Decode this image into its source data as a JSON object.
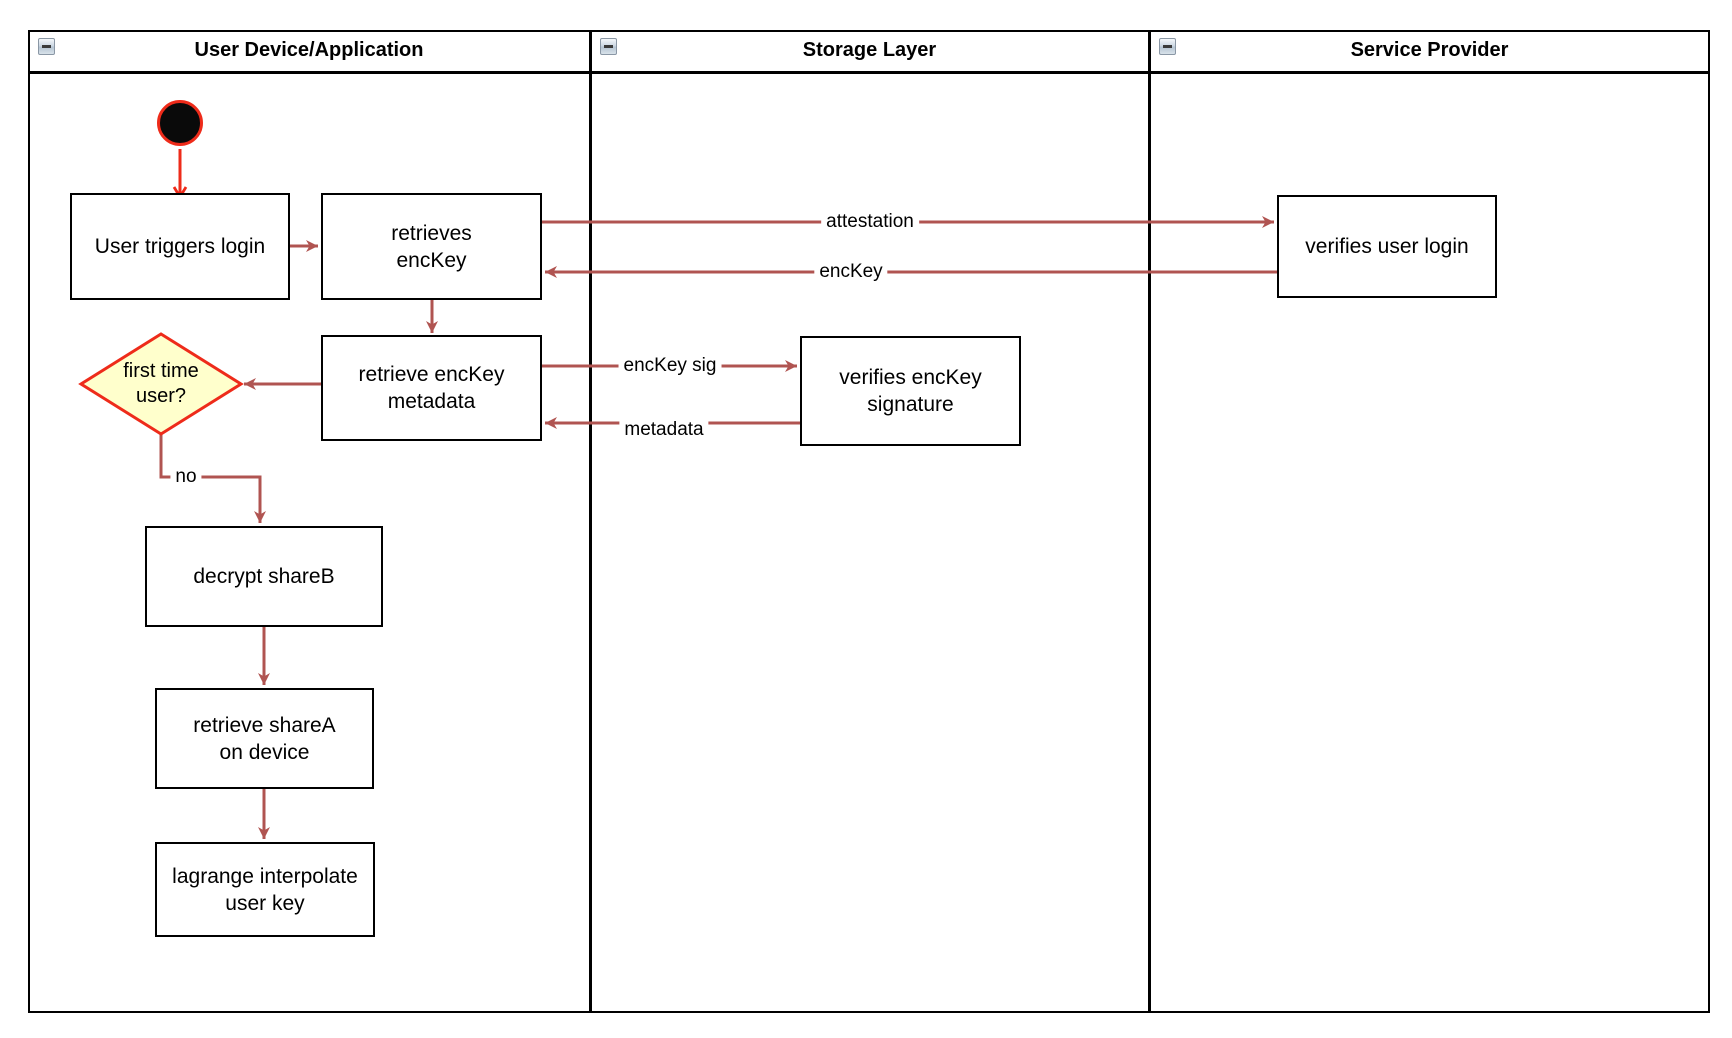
{
  "lanes": [
    {
      "title": "User Device/Application"
    },
    {
      "title": "Storage Layer"
    },
    {
      "title": "Service Provider"
    }
  ],
  "nodes": {
    "user_triggers_login": "User triggers login",
    "retrieves_enckey": "retrieves\nencKey",
    "retrieve_enckey_metadata": "retrieve encKey\nmetadata",
    "first_time_user": "first time\nuser?",
    "decrypt_shareb": "decrypt shareB",
    "retrieve_sharea": "retrieve shareA\non device",
    "lagrange_interpolate": "lagrange interpolate\nuser key",
    "verifies_enckey_signature": "verifies encKey\nsignature",
    "verifies_user_login": "verifies user login"
  },
  "edge_labels": {
    "attestation": "attestation",
    "enckey": "encKey",
    "enckey_sig": "encKey sig",
    "metadata": "metadata",
    "no": "no"
  },
  "icons": {
    "lane_collapse": "minus-square"
  },
  "colors": {
    "connector": "#b05451",
    "accent_red": "#ee2b1a",
    "decision_fill": "#ffffcc",
    "shape_border": "#000000",
    "background": "#ffffff"
  }
}
